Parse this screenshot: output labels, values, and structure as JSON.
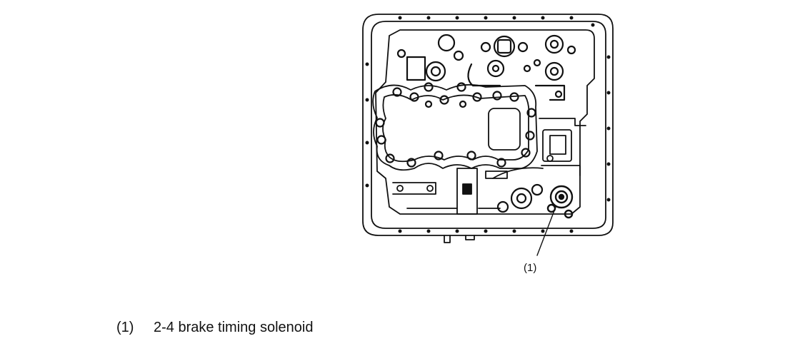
{
  "callout": {
    "label": "(1)"
  },
  "legend": {
    "items": [
      {
        "number": "(1)",
        "text": "2-4 brake timing solenoid"
      }
    ]
  }
}
